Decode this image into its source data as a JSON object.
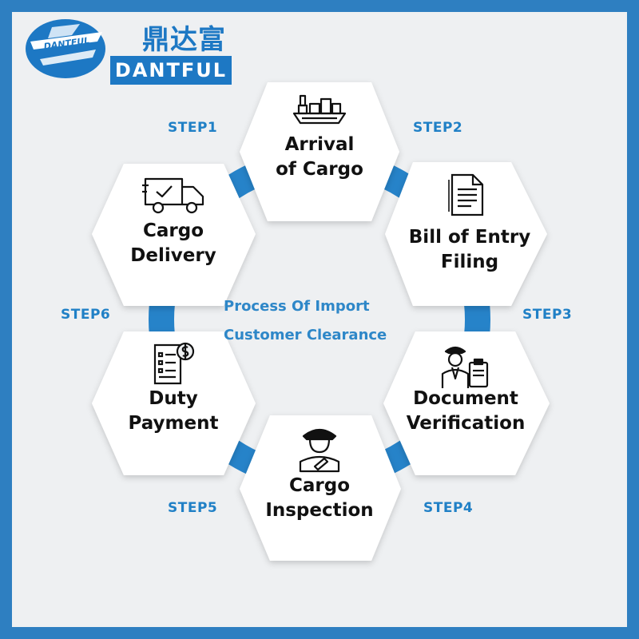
{
  "brand": {
    "cn_name": "鼎达富",
    "en_name": "DANTFUL",
    "emblem_text": "DANTFUL"
  },
  "center": {
    "line1": "Process Of Import",
    "line2": "Customer Clearance"
  },
  "steps": {
    "s1": "STEP1",
    "s2": "STEP2",
    "s3": "STEP3",
    "s4": "STEP4",
    "s5": "STEP5",
    "s6": "STEP6"
  },
  "nodes": {
    "arrival": {
      "line1": "Arrival",
      "line2": "of Cargo",
      "icon": "cargo-ship-icon"
    },
    "bill": {
      "line1": "Bill of Entry",
      "line2": "Filing",
      "icon": "document-icon"
    },
    "verification": {
      "line1": "Document",
      "line2": "Verification",
      "icon": "officer-clipboard-icon"
    },
    "inspection": {
      "line1": "Cargo",
      "line2": "Inspection",
      "icon": "customs-officer-icon"
    },
    "duty": {
      "line1": "Duty",
      "line2": "Payment",
      "icon": "invoice-dollar-icon"
    },
    "delivery": {
      "line1": "Cargo",
      "line2": "Delivery",
      "icon": "delivery-truck-icon"
    }
  },
  "colors": {
    "frame": "#2e7fc1",
    "accent": "#2080c6",
    "ring": "#2683c9",
    "background": "#eef0f2"
  }
}
